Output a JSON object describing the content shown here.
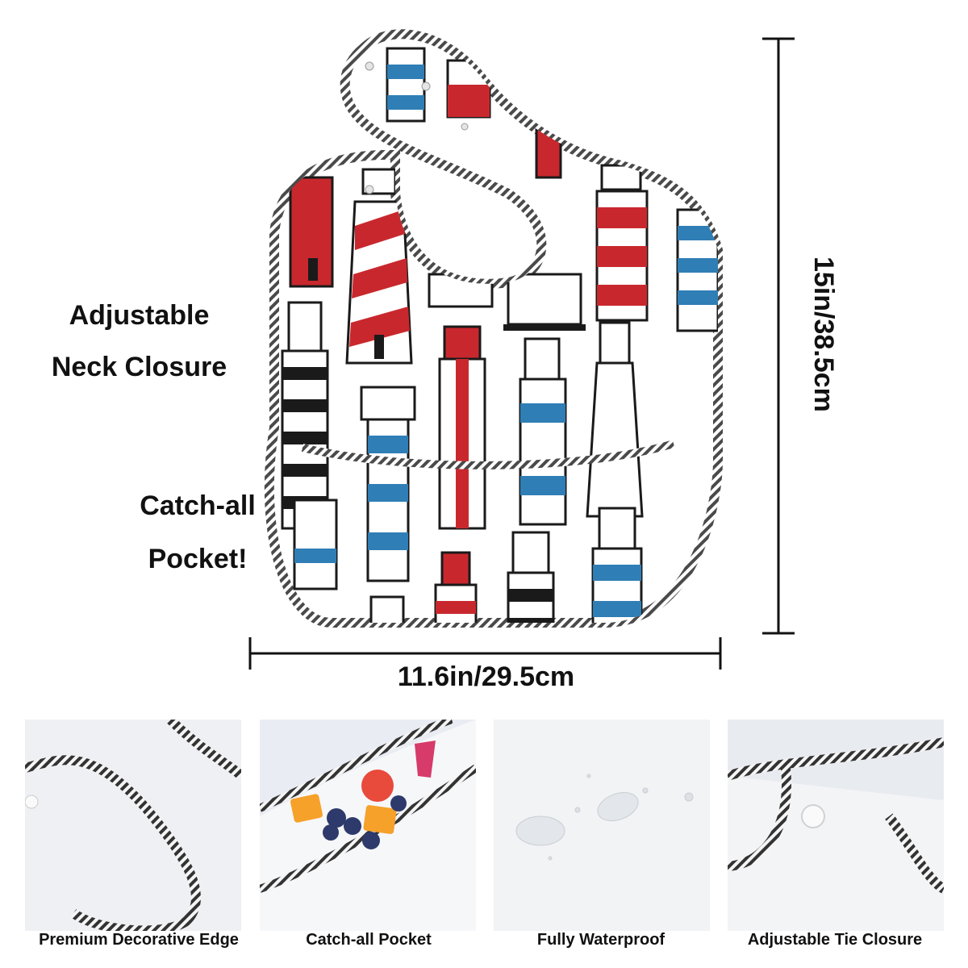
{
  "callouts": {
    "neck_line1": "Adjustable",
    "neck_line2": "Neck Closure",
    "pocket_line1": "Catch-all",
    "pocket_line2": "Pocket!"
  },
  "dimensions": {
    "height": "15in/38.5cm",
    "width": "11.6in/29.5cm"
  },
  "features": [
    {
      "label": "Premium Decorative Edge",
      "icon": "rope-edge"
    },
    {
      "label": "Catch-all Pocket",
      "icon": "pocket-with-fruit"
    },
    {
      "label": "Fully Waterproof",
      "icon": "water-droplets"
    },
    {
      "label": "Adjustable Tie Closure",
      "icon": "snap-button"
    }
  ],
  "colors": {
    "lighthouse_red": "#c8282d",
    "lighthouse_blue": "#2f7eb5",
    "outline": "#1a1a1a",
    "trim": "#4a4a4a"
  }
}
